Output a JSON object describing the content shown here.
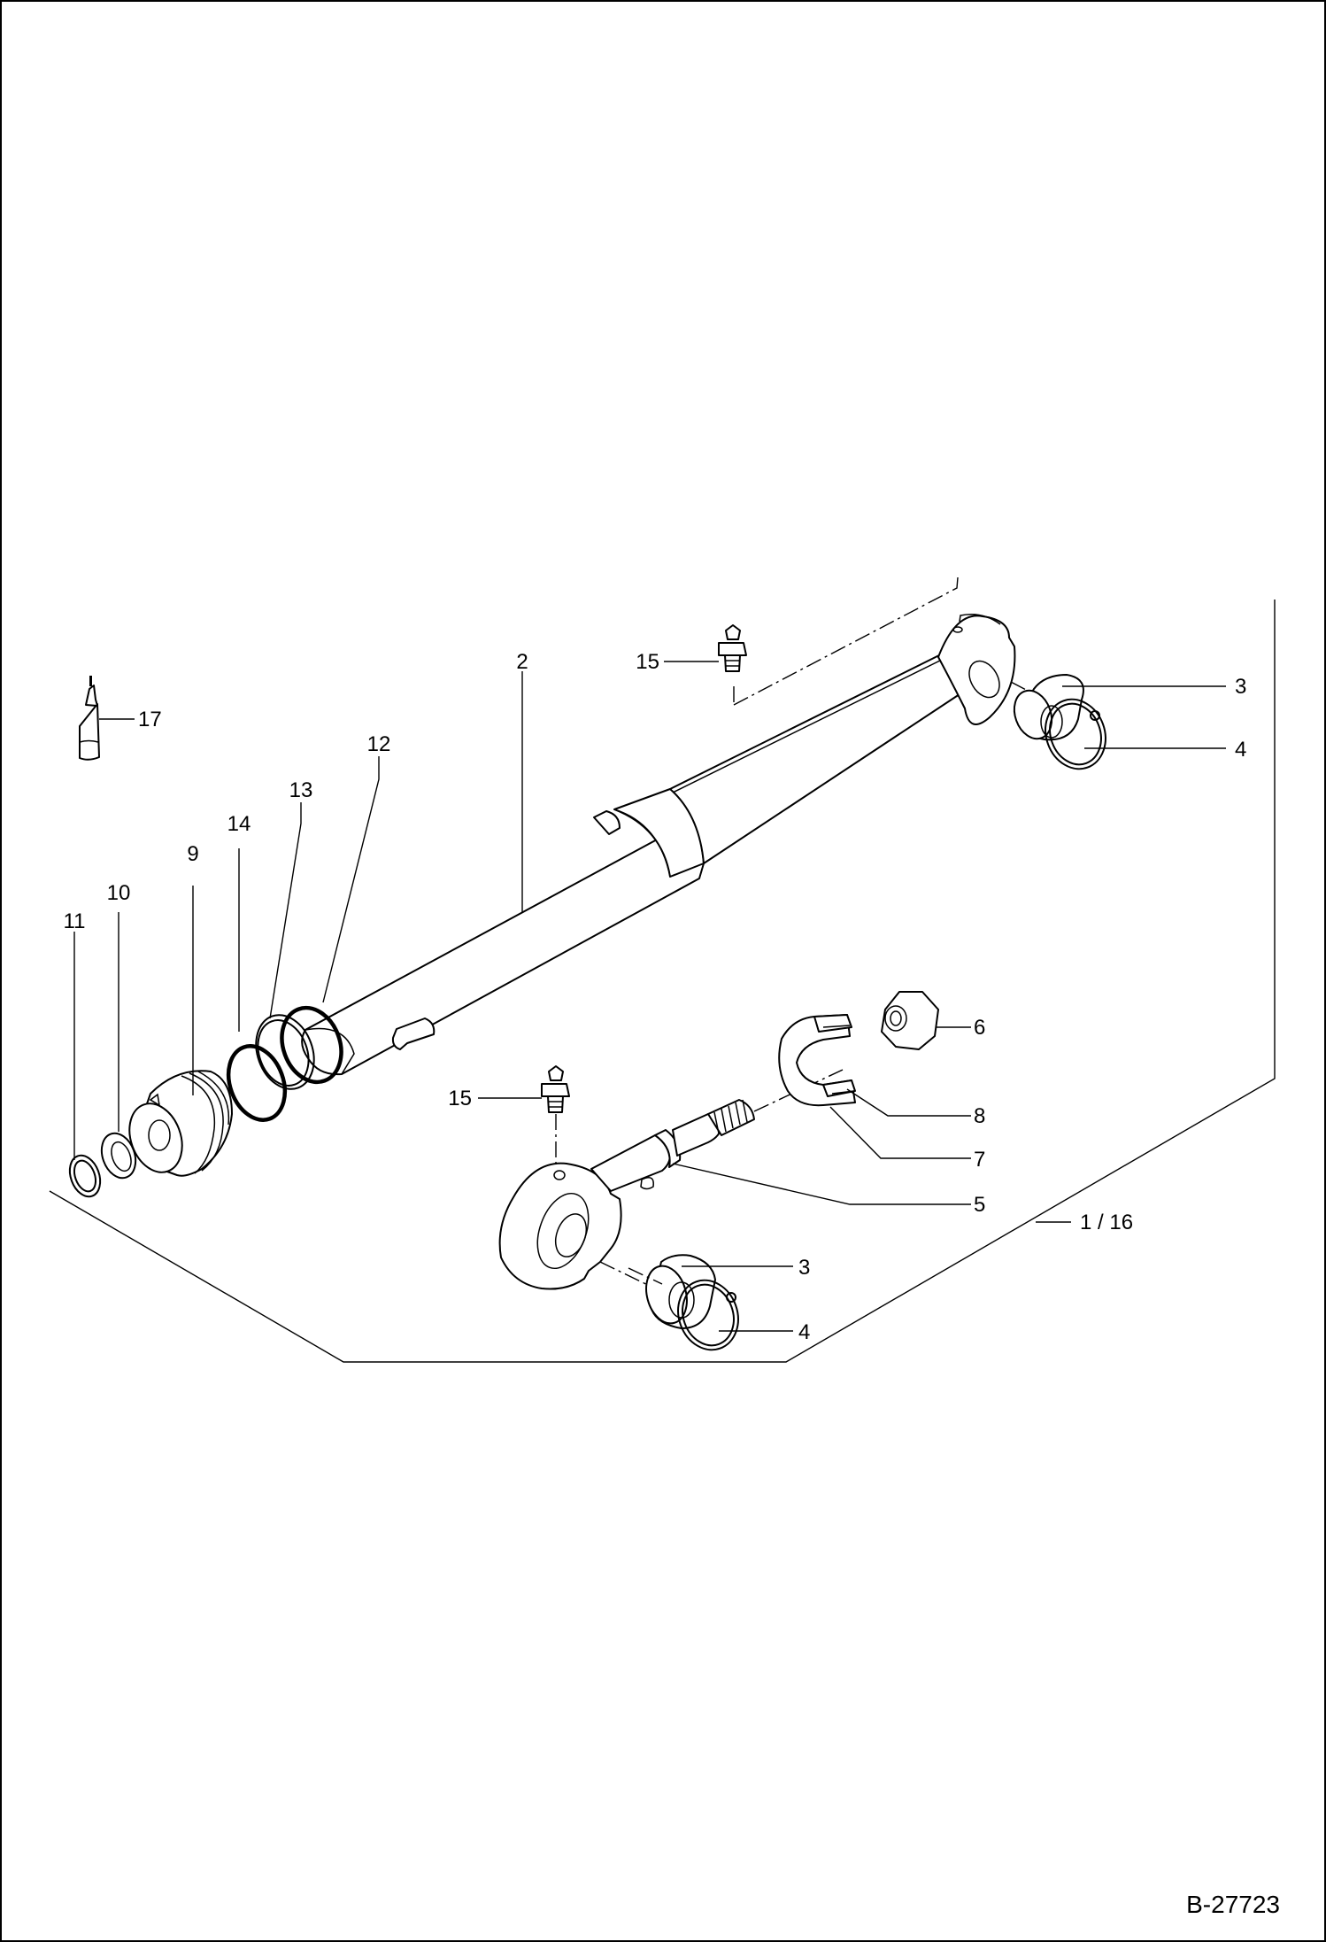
{
  "document_id": "B-27723",
  "callouts": {
    "c1": "1 / 16",
    "c2": "2",
    "c3a": "3",
    "c3b": "3",
    "c4a": "4",
    "c4b": "4",
    "c5": "5",
    "c6": "6",
    "c7": "7",
    "c8": "8",
    "c9": "9",
    "c10": "10",
    "c11": "11",
    "c12": "12",
    "c13": "13",
    "c14": "14",
    "c15a": "15",
    "c15b": "15",
    "c17": "17"
  }
}
